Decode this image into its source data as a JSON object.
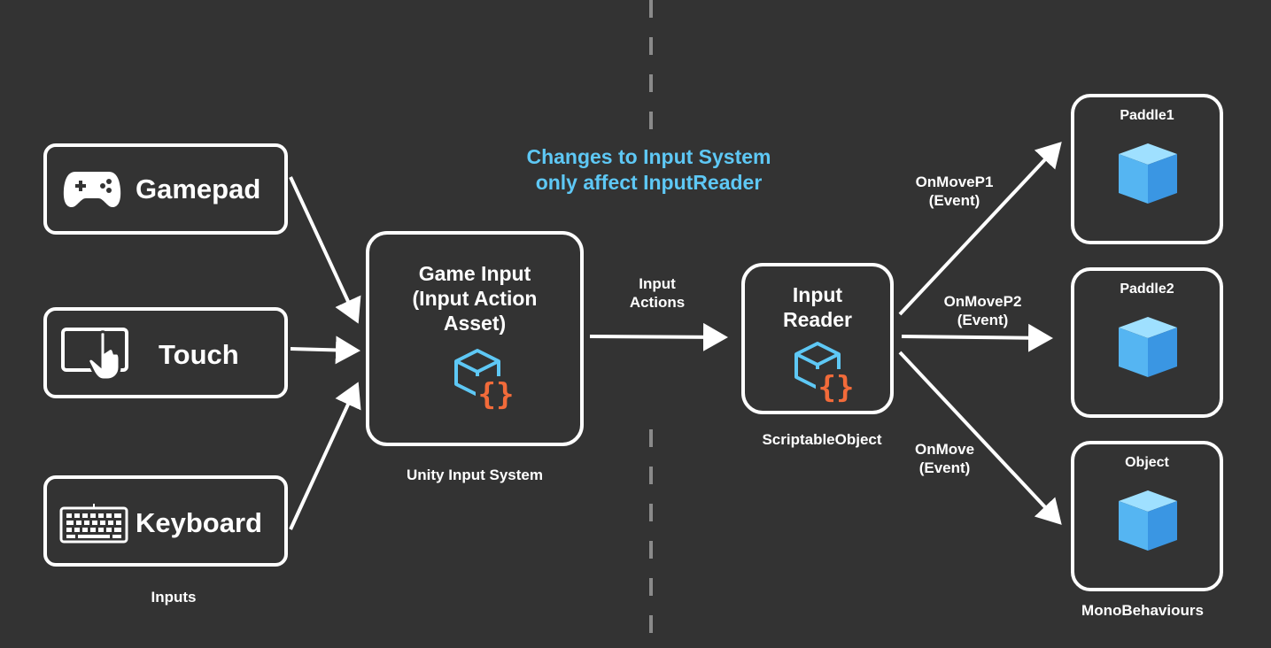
{
  "note": {
    "line1": "Changes to Input System",
    "line2": "only affect InputReader",
    "color": "#5ec8f5"
  },
  "inputs": {
    "items": [
      {
        "label": "Gamepad",
        "icon": "gamepad-icon"
      },
      {
        "label": "Touch",
        "icon": "touch-icon"
      },
      {
        "label": "Keyboard",
        "icon": "keyboard-icon"
      }
    ],
    "caption": "Inputs"
  },
  "game_input": {
    "line1": "Game Input",
    "line2": "(Input Action",
    "line3": "Asset)",
    "icon": "scriptable-object-icon",
    "caption": "Unity Input System"
  },
  "edge_input_actions": {
    "line1": "Input",
    "line2": "Actions"
  },
  "input_reader": {
    "line1": "Input",
    "line2": "Reader",
    "icon": "scriptable-object-icon",
    "caption": "ScriptableObject"
  },
  "events": [
    {
      "line1": "OnMoveP1",
      "line2": "(Event)"
    },
    {
      "line1": "OnMoveP2",
      "line2": "(Event)"
    },
    {
      "line1": "OnMove",
      "line2": "(Event)"
    }
  ],
  "targets": {
    "items": [
      {
        "label": "Paddle1",
        "icon": "cube-icon"
      },
      {
        "label": "Paddle2",
        "icon": "cube-icon"
      },
      {
        "label": "Object",
        "icon": "cube-icon"
      }
    ],
    "caption": "MonoBehaviours"
  },
  "colors": {
    "background": "#333333",
    "stroke": "#ffffff",
    "cube_blue": "#4aa8ef",
    "icon_blue": "#5ec8f5",
    "icon_orange": "#f26b3a",
    "divider": "#8a8a8a"
  }
}
